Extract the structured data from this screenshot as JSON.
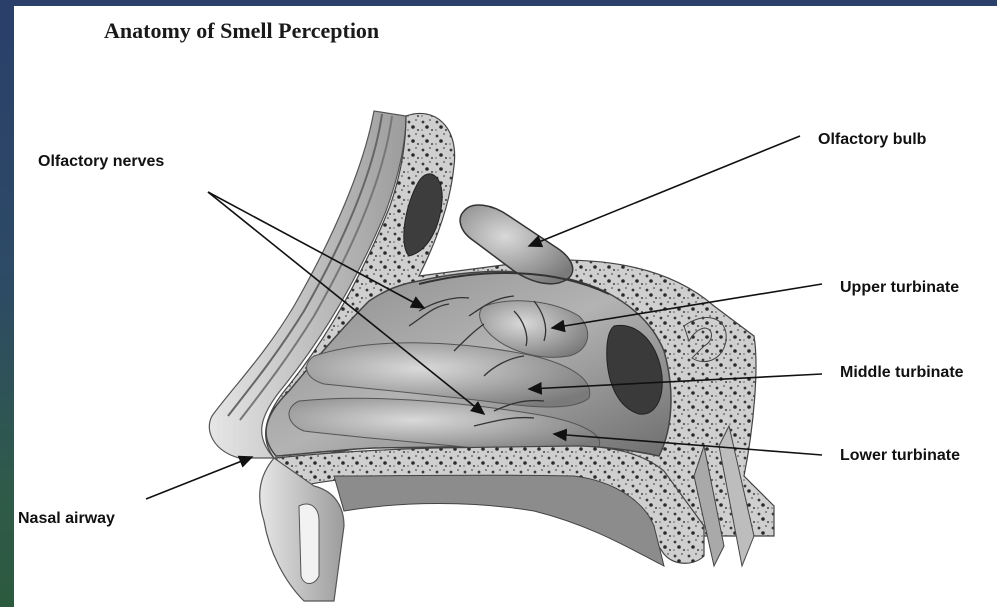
{
  "diagram": {
    "title": "Anatomy of Smell Perception",
    "labels": {
      "olfactory_nerves": "Olfactory nerves",
      "olfactory_bulb": "Olfactory bulb",
      "upper_turbinate": "Upper turbinate",
      "middle_turbinate": "Middle turbinate",
      "lower_turbinate": "Lower turbinate",
      "nasal_airway": "Nasal airway"
    }
  }
}
